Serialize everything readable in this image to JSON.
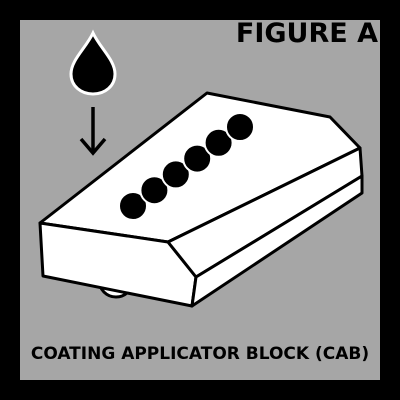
{
  "figure": {
    "label": "FIGURE A",
    "caption": "COATING APPLICATOR BLOCK (CAB)"
  },
  "icons": {
    "drop": "liquid-drop-icon",
    "arrow": "arrow-down-icon"
  },
  "colors": {
    "frame": "#000000",
    "panel": "#a6a6a6",
    "ink": "#000000",
    "block_fill": "#ffffff"
  },
  "block": {
    "port_count": 6
  }
}
